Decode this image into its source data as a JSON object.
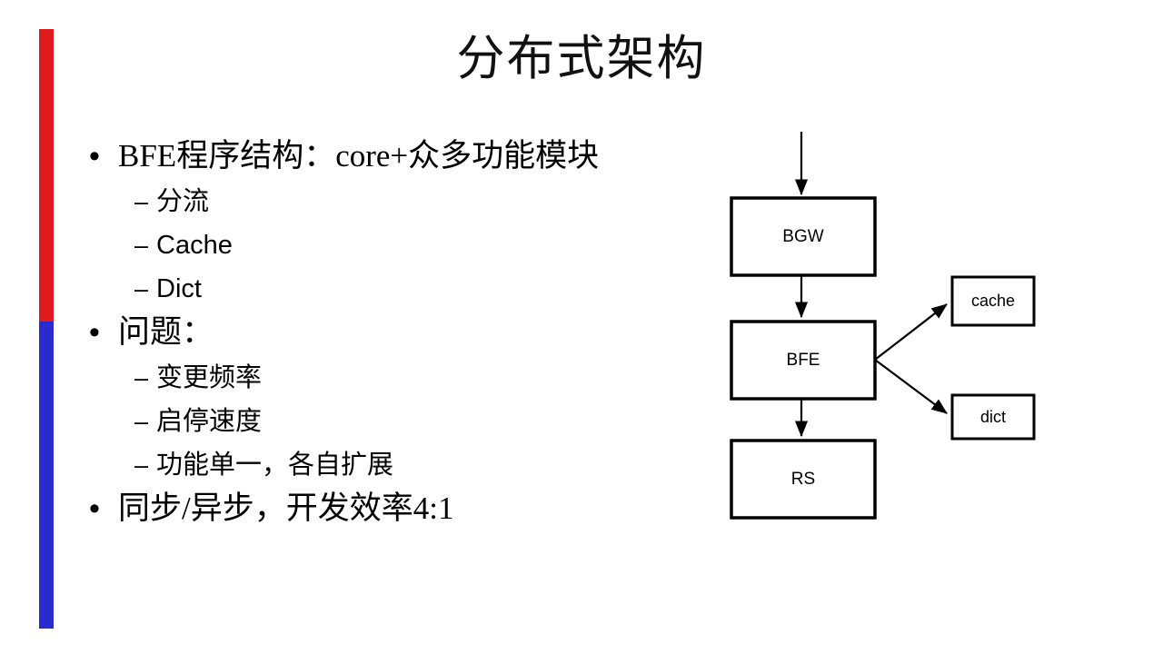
{
  "slide": {
    "title": "分布式架构",
    "accent": {
      "top_color": "#E01B1B",
      "bottom_color": "#2A2ACF"
    },
    "bullets": [
      {
        "level": 1,
        "marker": "•",
        "text": "BFE程序结构：core+众多功能模块",
        "latin": false
      },
      {
        "level": 2,
        "marker": "–",
        "text": "分流",
        "latin": false
      },
      {
        "level": 2,
        "marker": "–",
        "text": "Cache",
        "latin": true
      },
      {
        "level": 2,
        "marker": "–",
        "text": "Dict",
        "latin": true
      },
      {
        "level": 1,
        "marker": "•",
        "text": "问题：",
        "latin": false
      },
      {
        "level": 2,
        "marker": "–",
        "text": "变更频率",
        "latin": false
      },
      {
        "level": 2,
        "marker": "–",
        "text": "启停速度",
        "latin": false
      },
      {
        "level": 2,
        "marker": "–",
        "text": "功能单一，各自扩展",
        "latin": false
      },
      {
        "level": 1,
        "marker": "•",
        "text": "同步/异步，开发效率4:1",
        "latin": false
      }
    ]
  },
  "diagram": {
    "nodes": {
      "bgw": "BGW",
      "bfe": "BFE",
      "rs": "RS",
      "cache": "cache",
      "dict": "dict"
    },
    "edges": [
      {
        "from": "input",
        "to": "bgw"
      },
      {
        "from": "bgw",
        "to": "bfe"
      },
      {
        "from": "bfe",
        "to": "rs"
      },
      {
        "from": "bfe",
        "to": "cache"
      },
      {
        "from": "bfe",
        "to": "dict"
      }
    ]
  }
}
